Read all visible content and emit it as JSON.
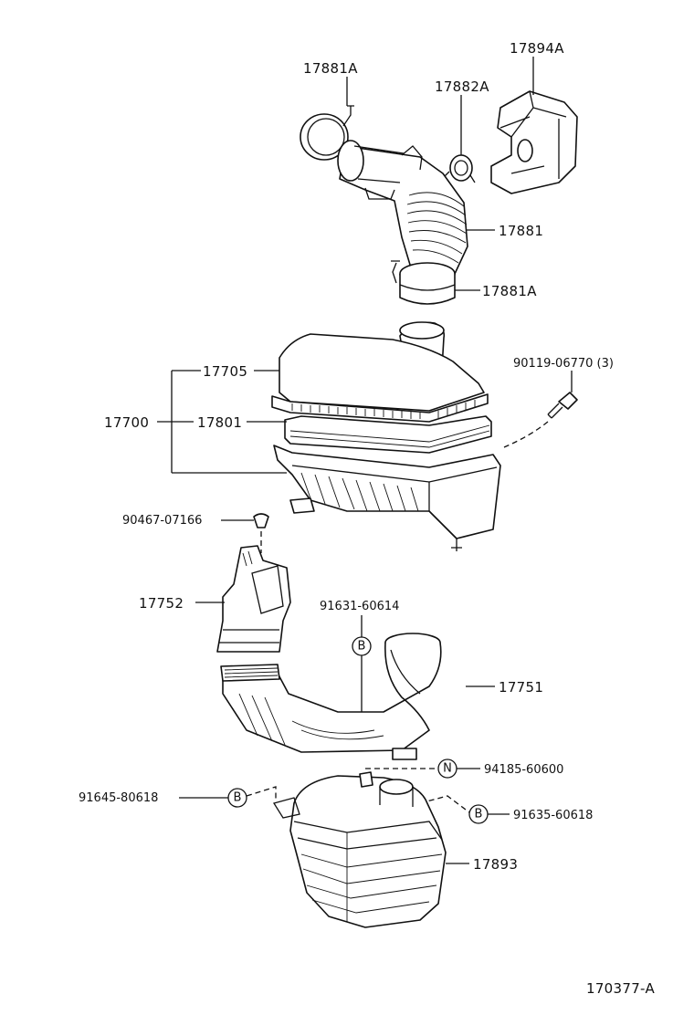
{
  "labels": {
    "p17894A": "17894A",
    "p17881A_top": "17881A",
    "p17882A": "17882A",
    "p17881": "17881",
    "p17881A_bottom": "17881A",
    "p90119": "90119-06770 (3)",
    "p17705": "17705",
    "p17700": "17700",
    "p17801": "17801",
    "p90467": "90467-07166",
    "p17752": "17752",
    "p91631": "91631-60614",
    "p17751": "17751",
    "p94185": "94185-60600",
    "p91645": "91645-80618",
    "p91635": "91635-60618",
    "p17893": "17893",
    "diagram_id": "170377-A"
  },
  "markers": {
    "b": "B",
    "n": "N"
  }
}
